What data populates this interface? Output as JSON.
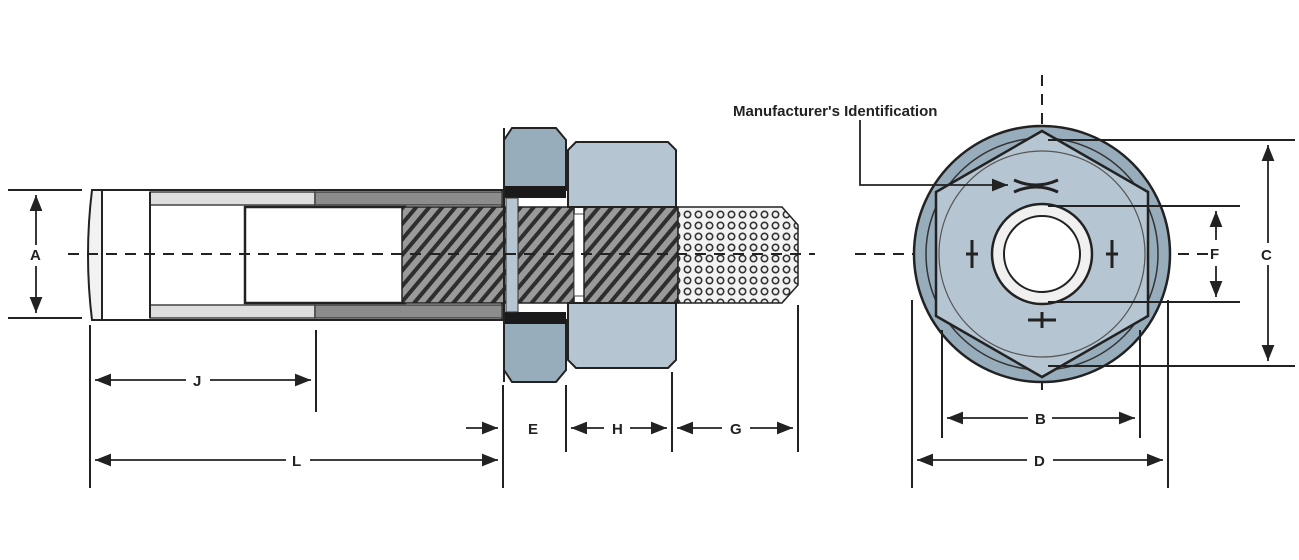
{
  "diagram": {
    "callout": "Manufacturer's Identification",
    "dimensions": {
      "A": "A",
      "B": "B",
      "C": "C",
      "D": "D",
      "E": "E",
      "F": "F",
      "G": "G",
      "H": "H",
      "J": "J",
      "L": "L"
    },
    "colors": {
      "nut_fill": "#b5c5d1",
      "collar_fill": "#98adbc",
      "thread_fill": "#8e8e8e",
      "sleeve_fill": "#dcdcdc",
      "outline": "#222222"
    }
  }
}
